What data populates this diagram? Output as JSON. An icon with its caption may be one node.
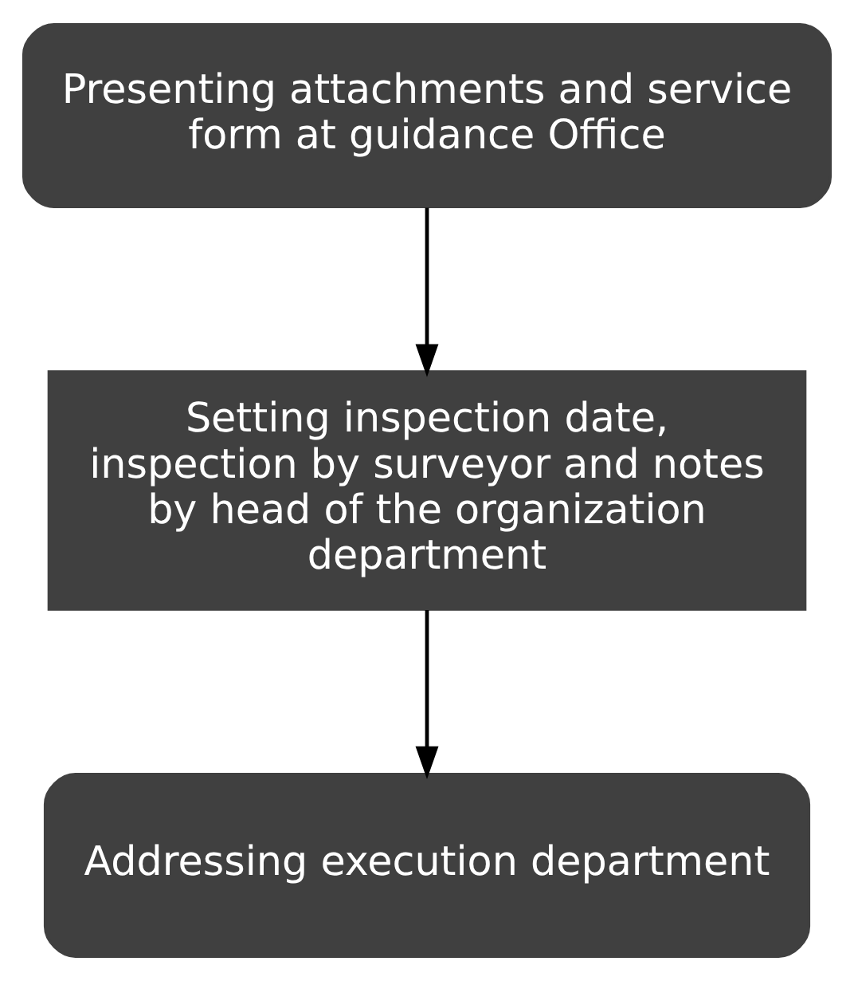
{
  "diagram": {
    "nodes": [
      {
        "text": [
          "Presenting attachments and service form at guidance Office"
        ]
      },
      {
        "text": [
          "Setting inspection date, inspection by surveyor and notes by head of the organization department"
        ]
      },
      {
        "text": [
          "Addressing execution department"
        ]
      }
    ],
    "edges": [
      {
        "from": 0,
        "to": 1,
        "arrow": "to"
      },
      {
        "from": 1,
        "to": 2,
        "arrow": "to"
      }
    ]
  }
}
